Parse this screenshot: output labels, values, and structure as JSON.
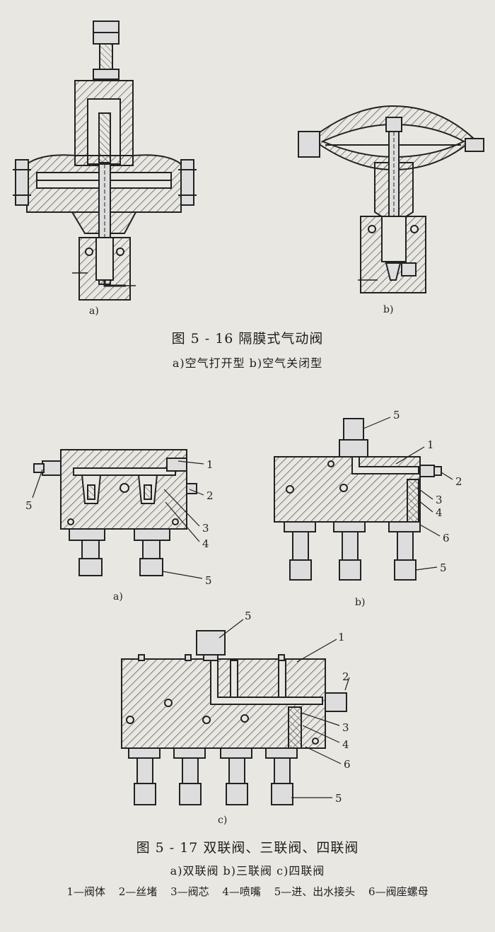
{
  "fig16": {
    "a_label": "a)",
    "b_label": "b)",
    "title": "图 5 - 16   隔膜式气动阀",
    "subtitle": "a)空气打开型    b)空气关闭型"
  },
  "fig17": {
    "a_label": "a)",
    "b_label": "b)",
    "c_label": "c)",
    "title": "图 5 - 17   双联阀、三联阀、四联阀",
    "subtitle": "a)双联阀    b)三联阀    c)四联阀",
    "callouts": {
      "a": {
        "n1": "1",
        "n2": "2",
        "n3": "3",
        "n4": "4",
        "n5a": "5",
        "n5b": "5"
      },
      "b": {
        "n1": "1",
        "n2": "2",
        "n3": "3",
        "n4": "4",
        "n5a": "5",
        "n5b": "5",
        "n6": "6"
      },
      "c": {
        "n1": "1",
        "n2": "2",
        "n3": "3",
        "n4": "4",
        "n5a": "5",
        "n5b": "5",
        "n6": "6"
      }
    },
    "legend": [
      "1—阀体",
      "2—丝堵",
      "3—阀芯",
      "4—喷嘴",
      "5—进、出水接头",
      "6—阀座螺母"
    ]
  }
}
